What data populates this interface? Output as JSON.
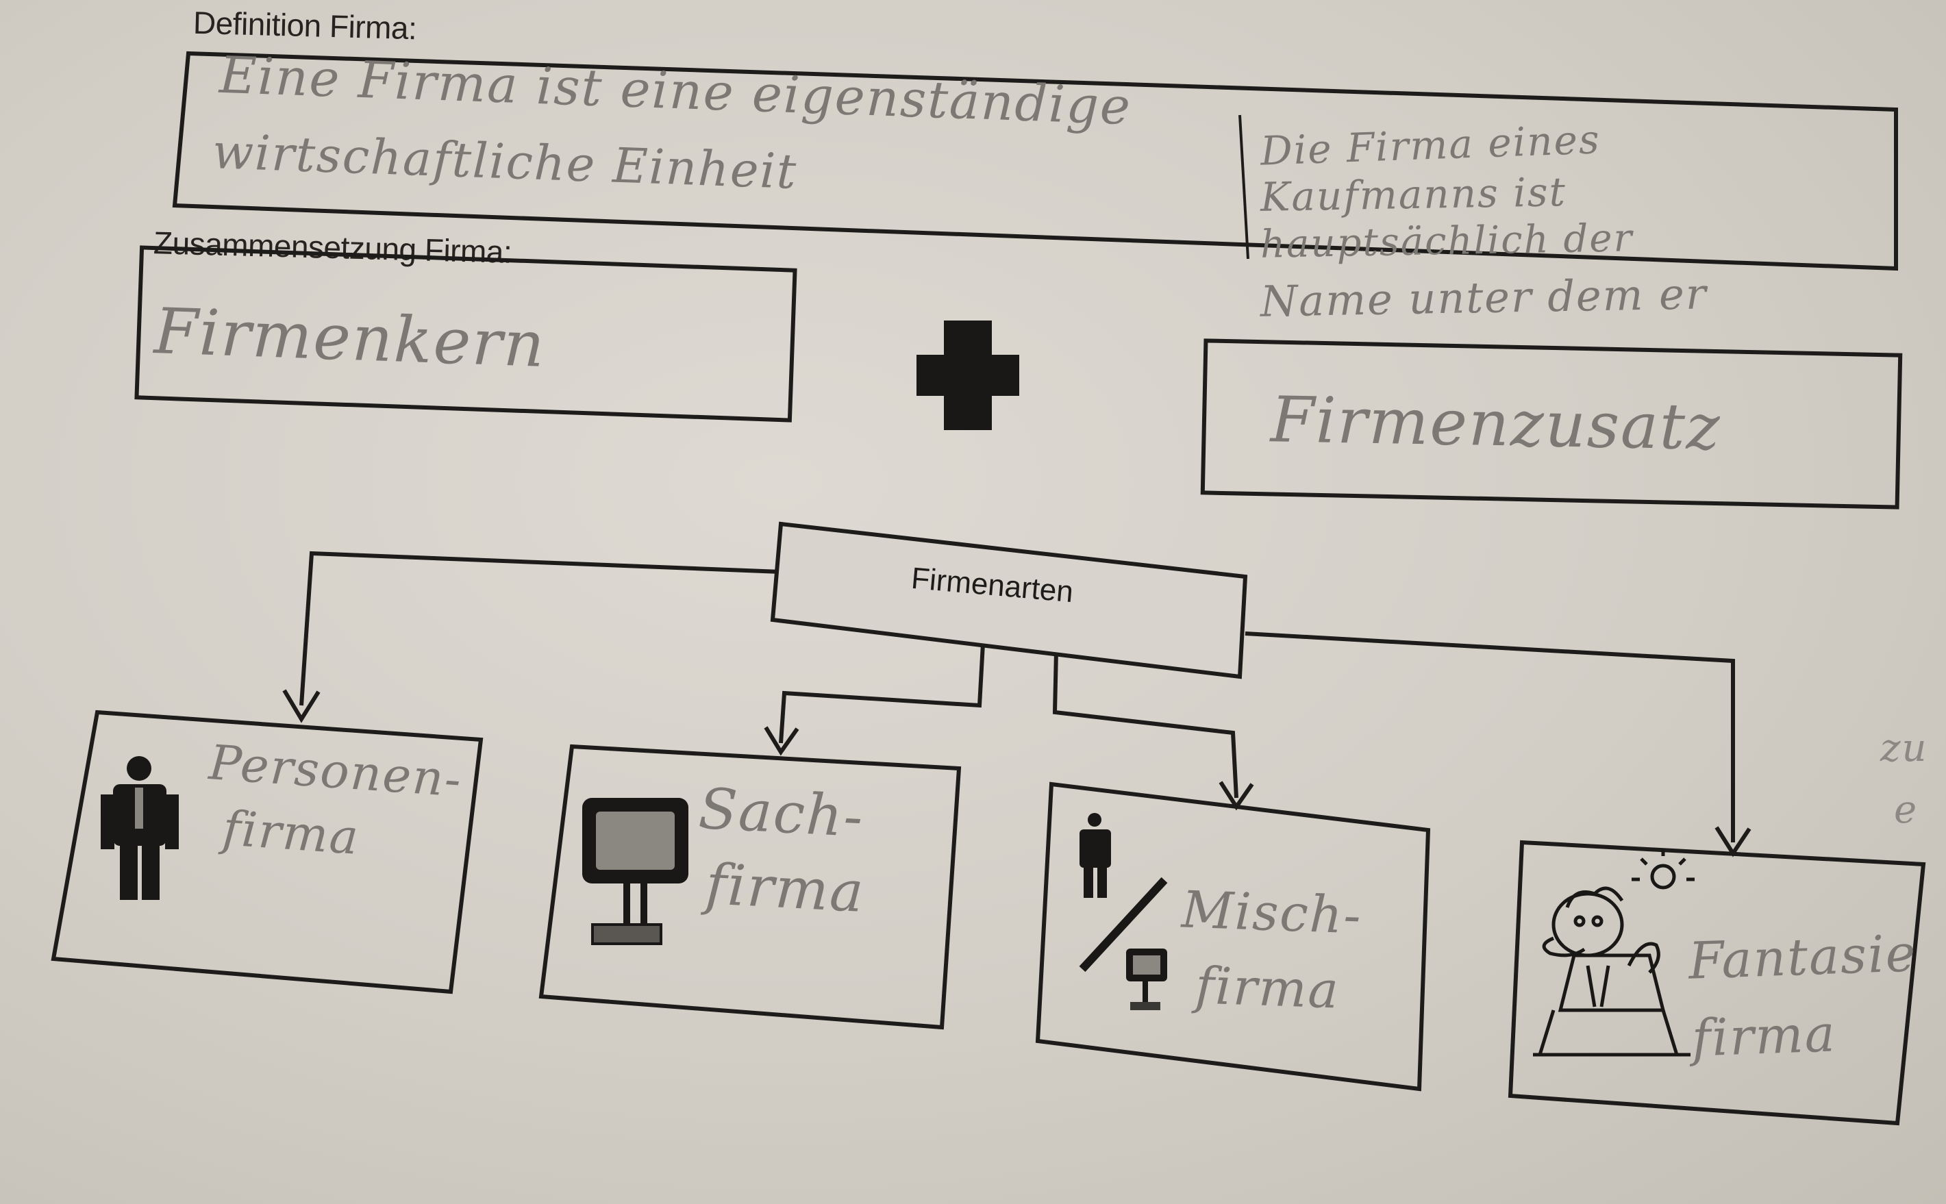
{
  "headings": {
    "definition": "Definition Firma:",
    "composition": "Zusammensetzung Firma:"
  },
  "definition_box": {
    "line1": "Eine Firma ist eine eigenständige",
    "line2": "wirtschaftliche Einheit"
  },
  "definition_side": {
    "line1": "Die Firma eines",
    "line2": "Kaufmanns ist",
    "line3": "hauptsächlich der",
    "line4": "Name unter dem er"
  },
  "composition": {
    "left": "Firmenkern",
    "right": "Firmenzusatz"
  },
  "tree": {
    "root": "Firmenarten",
    "types": [
      {
        "line1": "Personen-",
        "line2": "firma",
        "icon": "person-icon"
      },
      {
        "line1": "Sach-",
        "line2": "firma",
        "icon": "computer-icon"
      },
      {
        "line1": "Misch-",
        "line2": "firma",
        "icon": "person-computer-icon"
      },
      {
        "line1": "Fantasie",
        "line2": "firma",
        "icon": "thinking-figure-icon"
      }
    ]
  },
  "margin_notes": {
    "right1": "zu",
    "right2": "e"
  }
}
